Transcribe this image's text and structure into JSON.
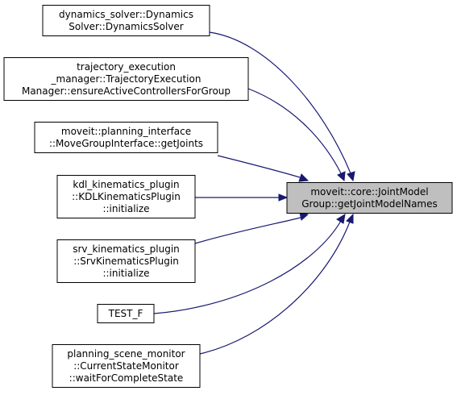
{
  "graph": {
    "target": {
      "lines": [
        "moveit::core::JointModel",
        "Group::getJointModelNames"
      ]
    },
    "callers": [
      {
        "lines": [
          "dynamics_solver::Dynamics",
          "Solver::DynamicsSolver"
        ]
      },
      {
        "lines": [
          "trajectory_execution",
          "_manager::TrajectoryExecution",
          "Manager::ensureActiveControllersForGroup"
        ]
      },
      {
        "lines": [
          "moveit::planning_interface",
          "::MoveGroupInterface::getJoints"
        ]
      },
      {
        "lines": [
          "kdl_kinematics_plugin",
          "::KDLKinematicsPlugin",
          "::initialize"
        ]
      },
      {
        "lines": [
          "srv_kinematics_plugin",
          "::SrvKinematicsPlugin",
          "::initialize"
        ]
      },
      {
        "lines": [
          "TEST_F"
        ]
      },
      {
        "lines": [
          "planning_scene_monitor",
          "::CurrentStateMonitor",
          "::waitForCompleteState"
        ]
      }
    ],
    "colors": {
      "edge": "#191970",
      "target_fill": "#bfbfbf",
      "node_fill": "#ffffff",
      "border": "#000000"
    }
  }
}
